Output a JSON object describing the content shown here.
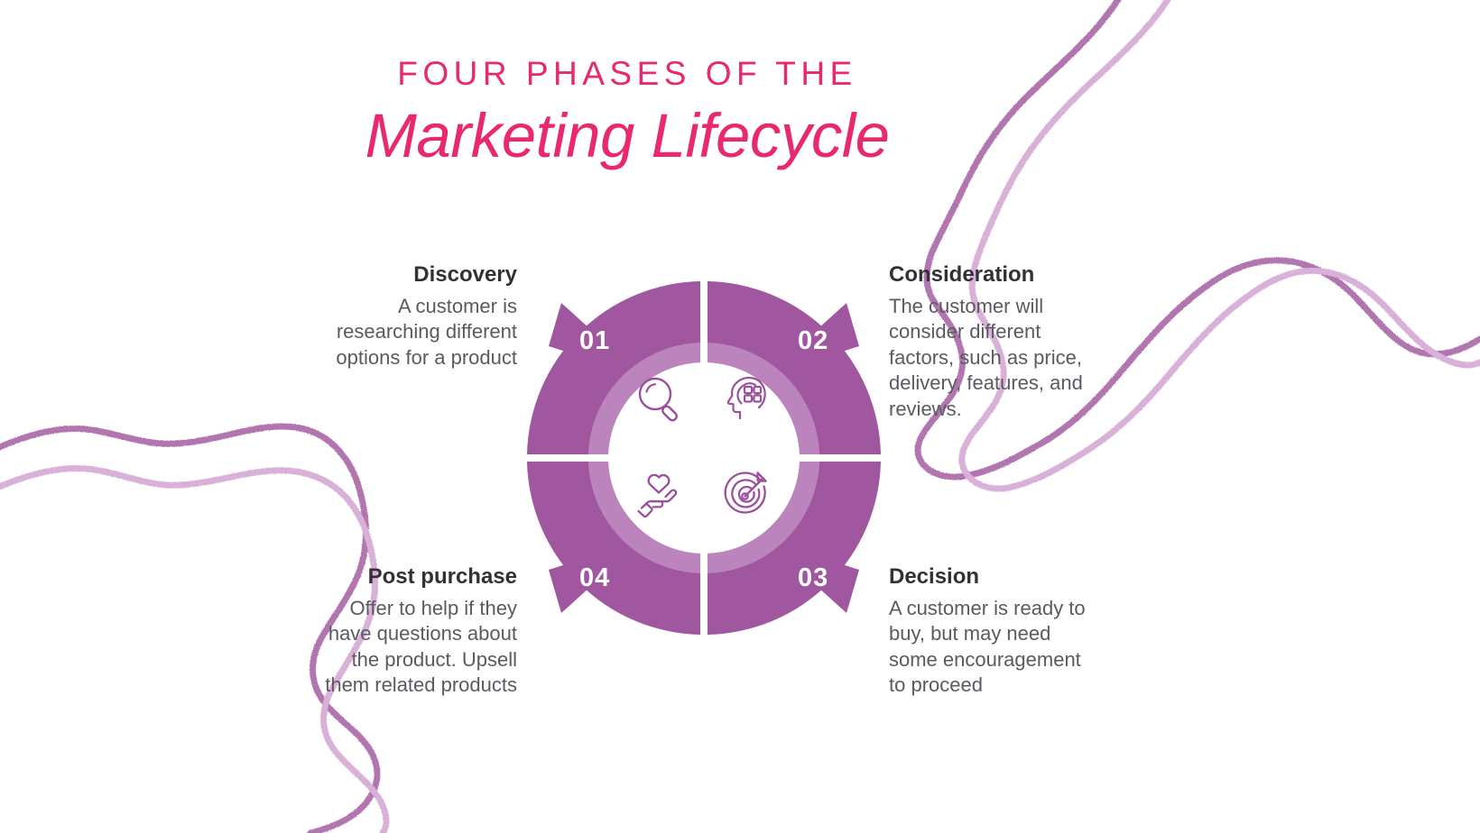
{
  "title": {
    "eyebrow": "FOUR PHASES OF THE",
    "main": "Marketing Lifecycle"
  },
  "colors": {
    "pink": "#e8286f",
    "purple": "#a0579f",
    "purple_light": "#bc84bc",
    "swirl_dark": "#b174b0",
    "swirl_light": "#d9b0d7",
    "heading": "#333138",
    "body": "#5a5a60",
    "white": "#ffffff"
  },
  "wheel": {
    "segments": [
      {
        "number": "01",
        "position": "top-left",
        "phase": "Discovery",
        "icon": "magnifier-icon"
      },
      {
        "number": "02",
        "position": "top-right",
        "phase": "Consideration",
        "icon": "head-puzzle-icon"
      },
      {
        "number": "03",
        "position": "bottom-right",
        "phase": "Decision",
        "icon": "target-arrow-icon"
      },
      {
        "number": "04",
        "position": "bottom-left",
        "phase": "Post purchase",
        "icon": "hand-heart-icon"
      }
    ]
  },
  "phases": [
    {
      "id": "discovery",
      "number": "01",
      "title": "Discovery",
      "body": "A customer is researching different options for a product",
      "align": "right"
    },
    {
      "id": "consideration",
      "number": "02",
      "title": "Consideration",
      "body": "The customer will consider different factors, such as price, delivery, features, and reviews.",
      "align": "left"
    },
    {
      "id": "decision",
      "number": "03",
      "title": "Decision",
      "body": "A customer is ready to buy, but may need some encouragement to proceed",
      "align": "left"
    },
    {
      "id": "post-purchase",
      "number": "04",
      "title": "Post purchase",
      "body": "Offer to help if they have questions about the product. Upsell them related products",
      "align": "right"
    }
  ],
  "decorations": {
    "top_right_swirl": "wavy double ribbon line",
    "bottom_left_swirl": "wavy double ribbon line"
  }
}
